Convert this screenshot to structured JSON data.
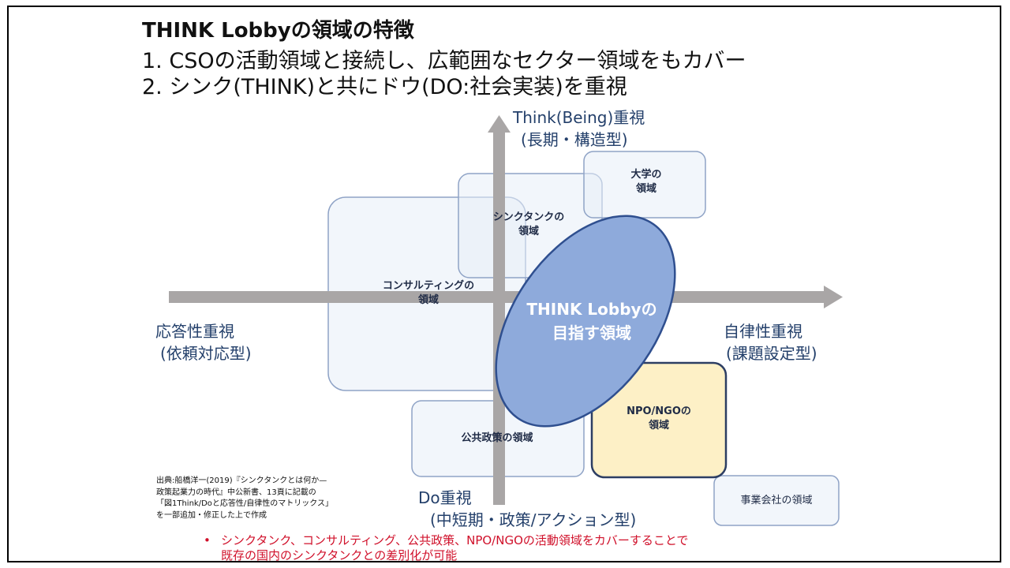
{
  "title": {
    "heading": "THINK Lobbyの領域の特徴",
    "point1": "1. CSOの活動領域と接続し、広範囲なセクター領域をもカバー",
    "point2": "2. シンク(THINK)と共にドウ(DO:社会実装)を重視"
  },
  "axes": {
    "top_line1": "Think(Being)重視",
    "top_line2": "(長期・構造型)",
    "bottom_line1": "Do重視",
    "bottom_line2": "(中短期・政策/アクション型)",
    "left_line1": "応答性重視",
    "left_line2": "(依頼対応型)",
    "right_line1": "自律性重視",
    "right_line2": "(課題設定型)"
  },
  "regions": {
    "university": {
      "line1": "大学の",
      "line2": "領域"
    },
    "thinktank": {
      "line1": "シンクタンクの",
      "line2": "領域"
    },
    "consulting": {
      "line1": "コンサルティングの",
      "line2": "領域"
    },
    "public_policy": {
      "line1": "公共政策の領域"
    },
    "npo": {
      "line1": "NPO/NGOの",
      "line2": "領域"
    },
    "business": {
      "line1": "事業会社の領域"
    },
    "think_lobby": {
      "line1": "THINK Lobbyの",
      "line2": "目指す領域"
    }
  },
  "source": {
    "line1": "出典:船橋洋一(2019)『シンクタンクとは何か—",
    "line2": "政策起業力の時代』中公新書、13頁に記載の",
    "line3": "「図1Think/Doと応答性/自律性のマトリックス」",
    "line4": "を一部追加・修正した上で作成"
  },
  "note": {
    "bullet": "•",
    "line1": "シンクタンク、コンサルティング、公共政策、NPO/NGOの活動領域をカバーすることで",
    "line2": "既存の国内のシンクタンクとの差別化が可能"
  },
  "colors": {
    "axis": "#a9a6a6",
    "ellipse_fill": "#8eaadb",
    "ellipse_stroke": "#2f4f8f",
    "npo_fill": "#fdf0c6",
    "npo_stroke": "#2d3e63",
    "box_stroke": "#8fa3c6",
    "note_red": "#d0102a"
  }
}
